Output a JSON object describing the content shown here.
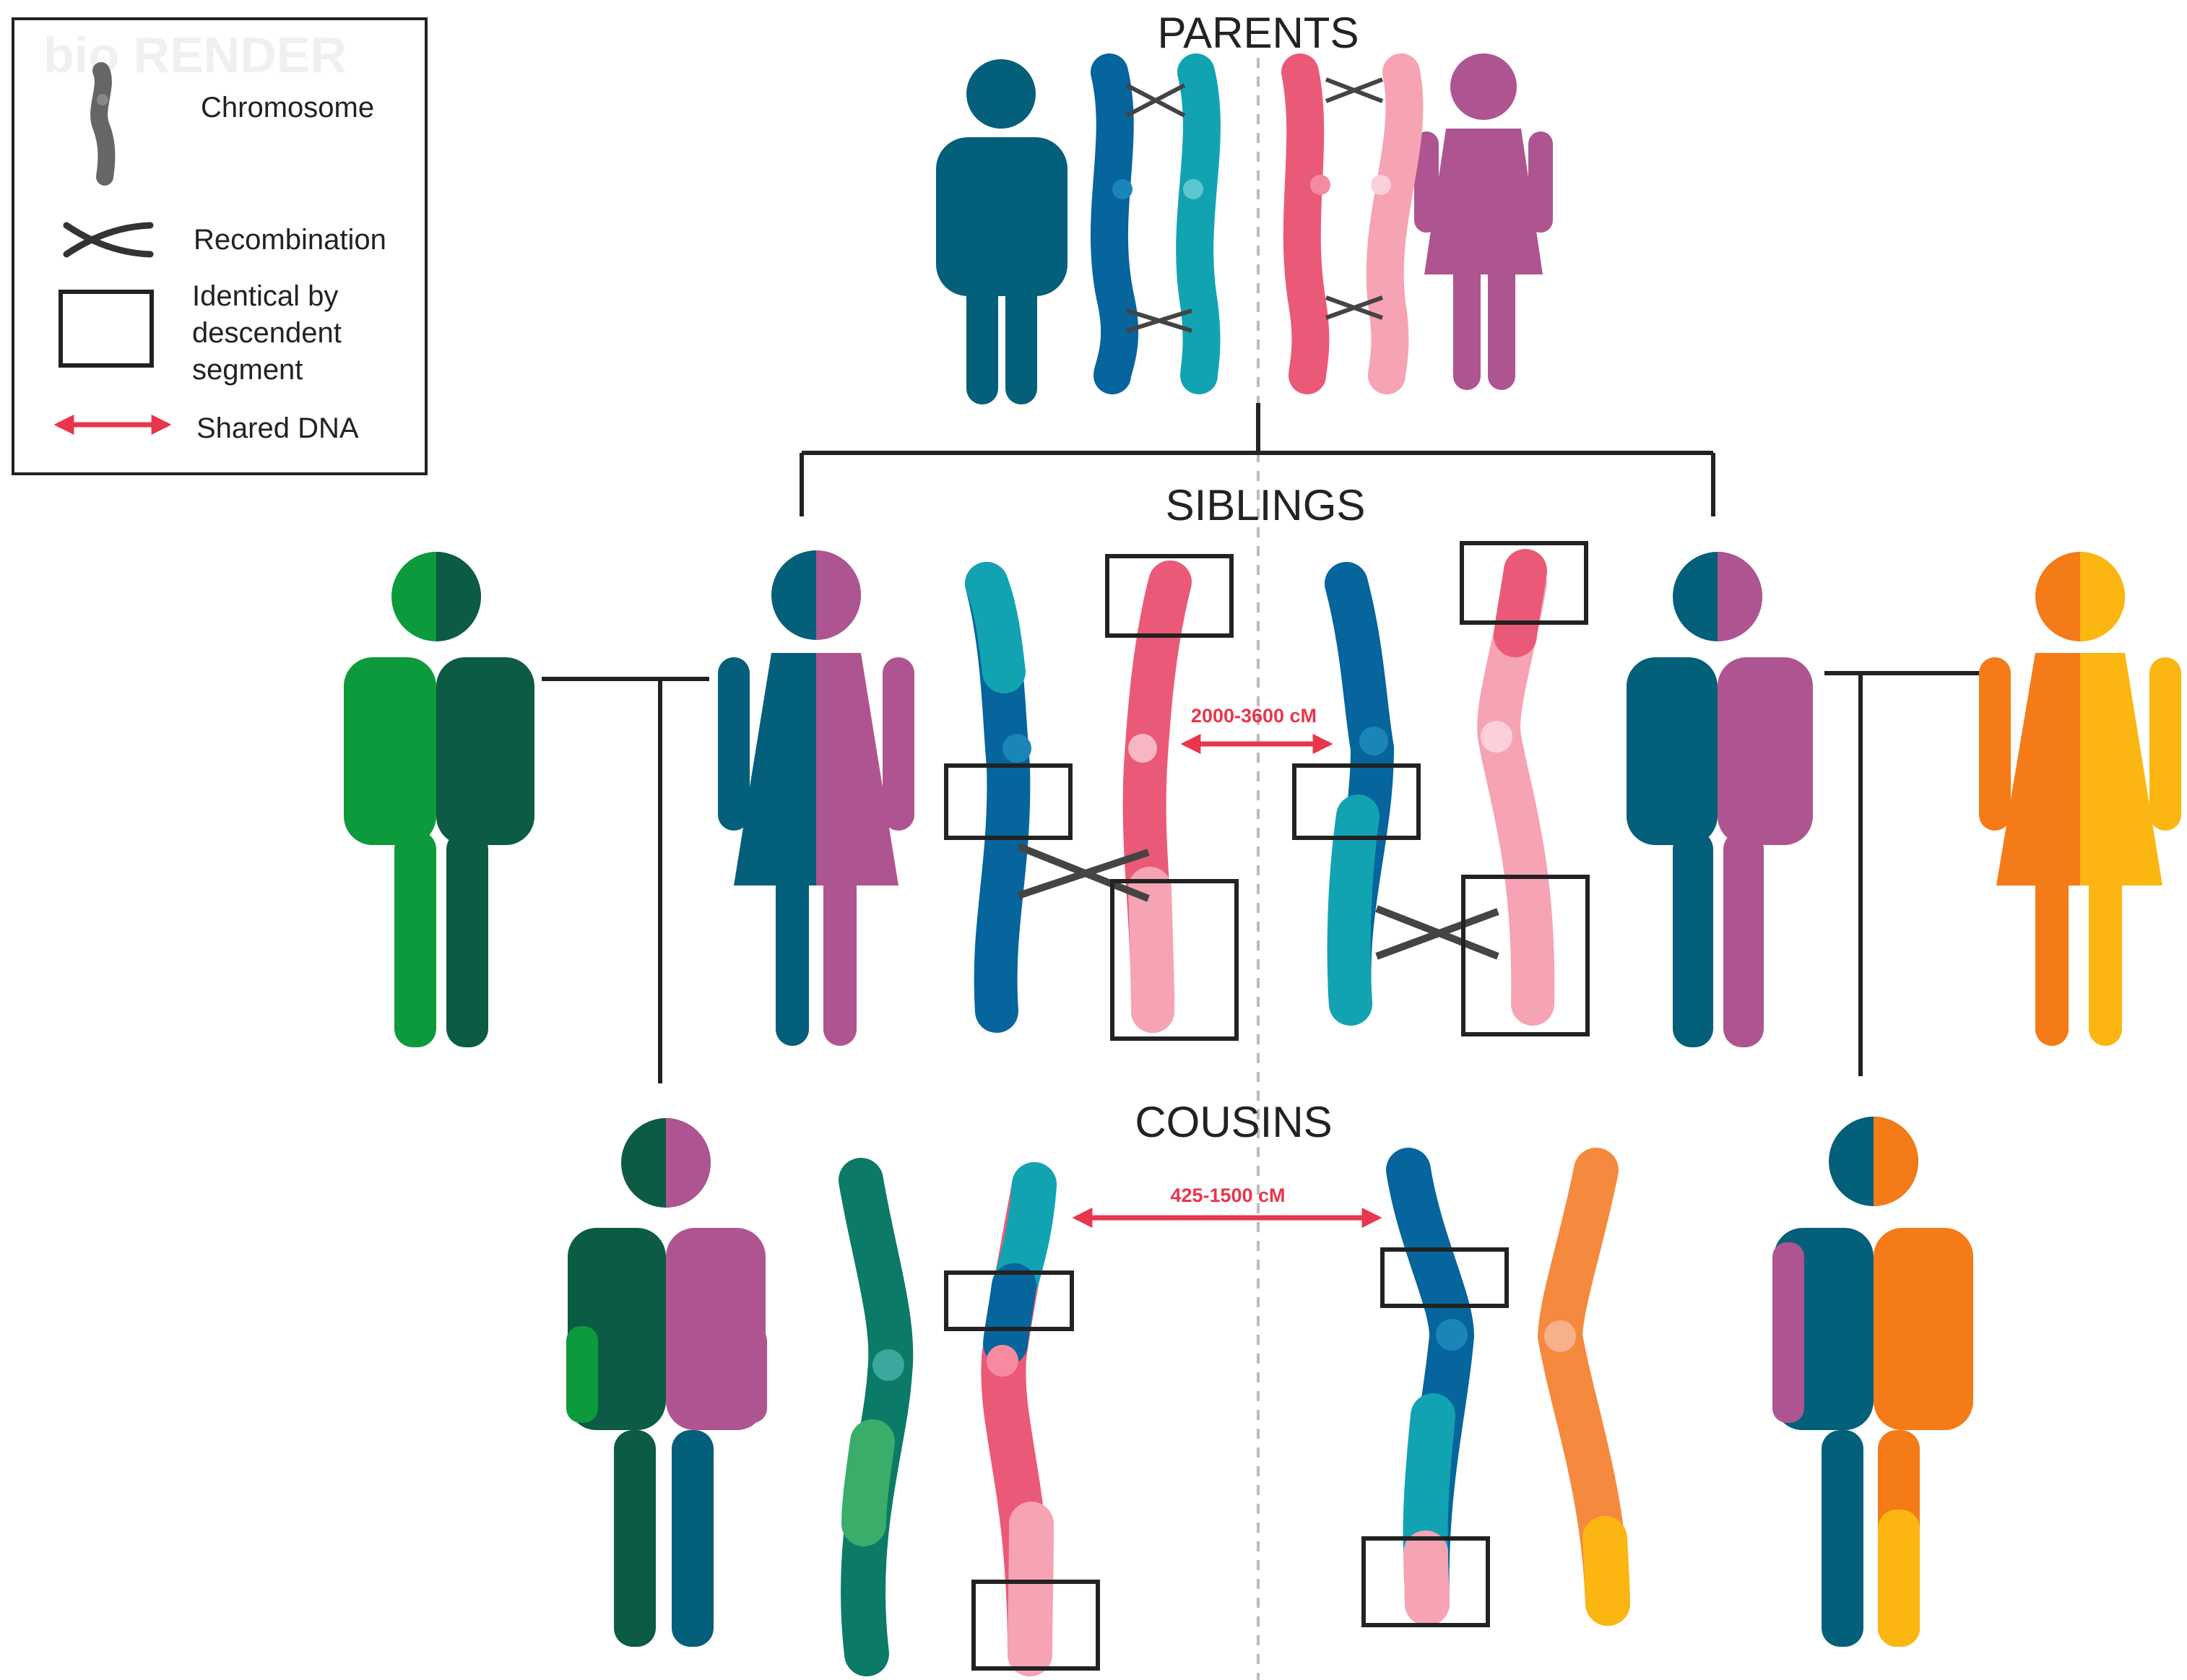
{
  "headings": {
    "parents": "PARENTS",
    "siblings": "SIBLINGS",
    "cousins": "COUSINS"
  },
  "legend": {
    "watermark": "bio RENDER",
    "items": [
      {
        "icon": "chromosome-icon",
        "label": "Chromosome"
      },
      {
        "icon": "recombination-cross-icon",
        "label": "Recombination"
      },
      {
        "icon": "ibd-box-icon",
        "label_lines": [
          "Identical by",
          "descendent",
          "segment"
        ]
      },
      {
        "icon": "double-arrow-icon",
        "label": "Shared DNA"
      }
    ]
  },
  "shared_dna": {
    "siblings": "2000-3600 cM",
    "cousins": "425-1500 cM"
  },
  "colors": {
    "father_dark": "#045f7a",
    "father_blue": "#05659c",
    "father_teal": "#12a3b3",
    "mother_purple": "#ae5591",
    "mother_red": "#ea5a78",
    "mother_pink": "#f6a3b4",
    "spouse_green": "#0d9a3c",
    "spouse_darkgreen": "#0c5b44",
    "spouse_orange": "#f47b17",
    "spouse_yellow": "#fbb611",
    "cousin_green": "#0b7a66",
    "cousin_orange": "#f58a3f",
    "arrow_red": "#e8364c",
    "line": "#222222",
    "divider": "#bbbbbb"
  }
}
